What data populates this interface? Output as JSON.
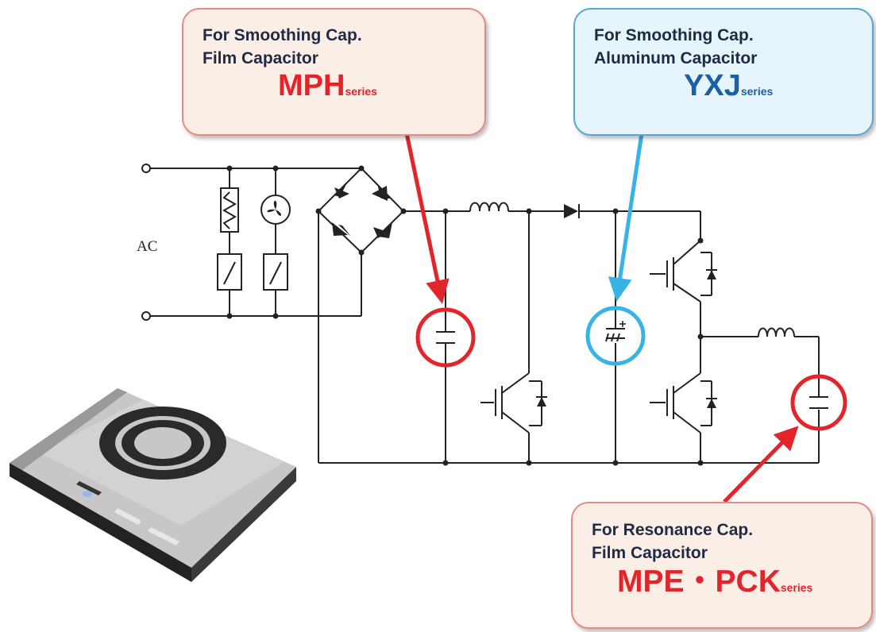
{
  "callouts": {
    "mph": {
      "line1": "For Smoothing Cap.",
      "line2": "Film Capacitor",
      "series_main": "MPH",
      "series_suffix": "series"
    },
    "yxj": {
      "line1": "For Smoothing Cap.",
      "line2": "Aluminum Capacitor",
      "series_main": "YXJ",
      "series_suffix": "series"
    },
    "mpe": {
      "line1": "For Resonance Cap.",
      "line2": "Film Capacitor",
      "series_main": "MPE・PCK",
      "series_suffix": "series"
    }
  },
  "circuit": {
    "ac_label": "AC"
  },
  "colors": {
    "red_accent": "#e3242b",
    "blue_accent": "#37b3e6",
    "navy_text": "#1f2a44",
    "series_blue": "#1a5fa8"
  }
}
